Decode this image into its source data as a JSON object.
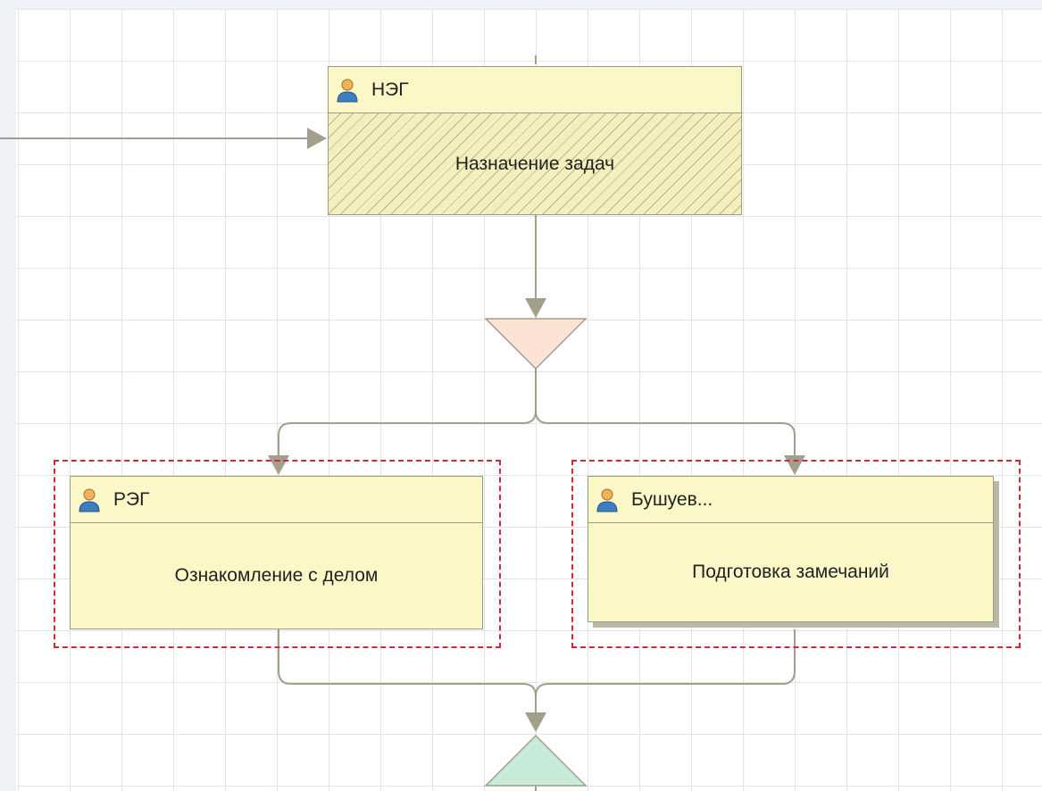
{
  "diagram": {
    "tasks": [
      {
        "id": "neg",
        "performer": "НЭГ",
        "title": "Назначение задач",
        "state": "hatched"
      },
      {
        "id": "reg",
        "performer": "РЭГ",
        "title": "Ознакомление с делом",
        "state": "selected"
      },
      {
        "id": "bushuev",
        "performer": "Бушуев...",
        "title": "Подготовка замечаний",
        "state": "selected"
      }
    ],
    "split_point": {
      "type": "split"
    },
    "join_point": {
      "type": "join"
    },
    "colors": {
      "task_fill": "#fbf7c7",
      "task_border": "#9b9a82",
      "connector": "#a49f8c",
      "split_fill": "#fbe2d5",
      "join_fill": "#c8ead9",
      "selection": "#cc2a3a",
      "grid": "#e4e4e4"
    },
    "icons": {
      "performer": "user-icon",
      "connector_head": "arrow-icon"
    }
  }
}
